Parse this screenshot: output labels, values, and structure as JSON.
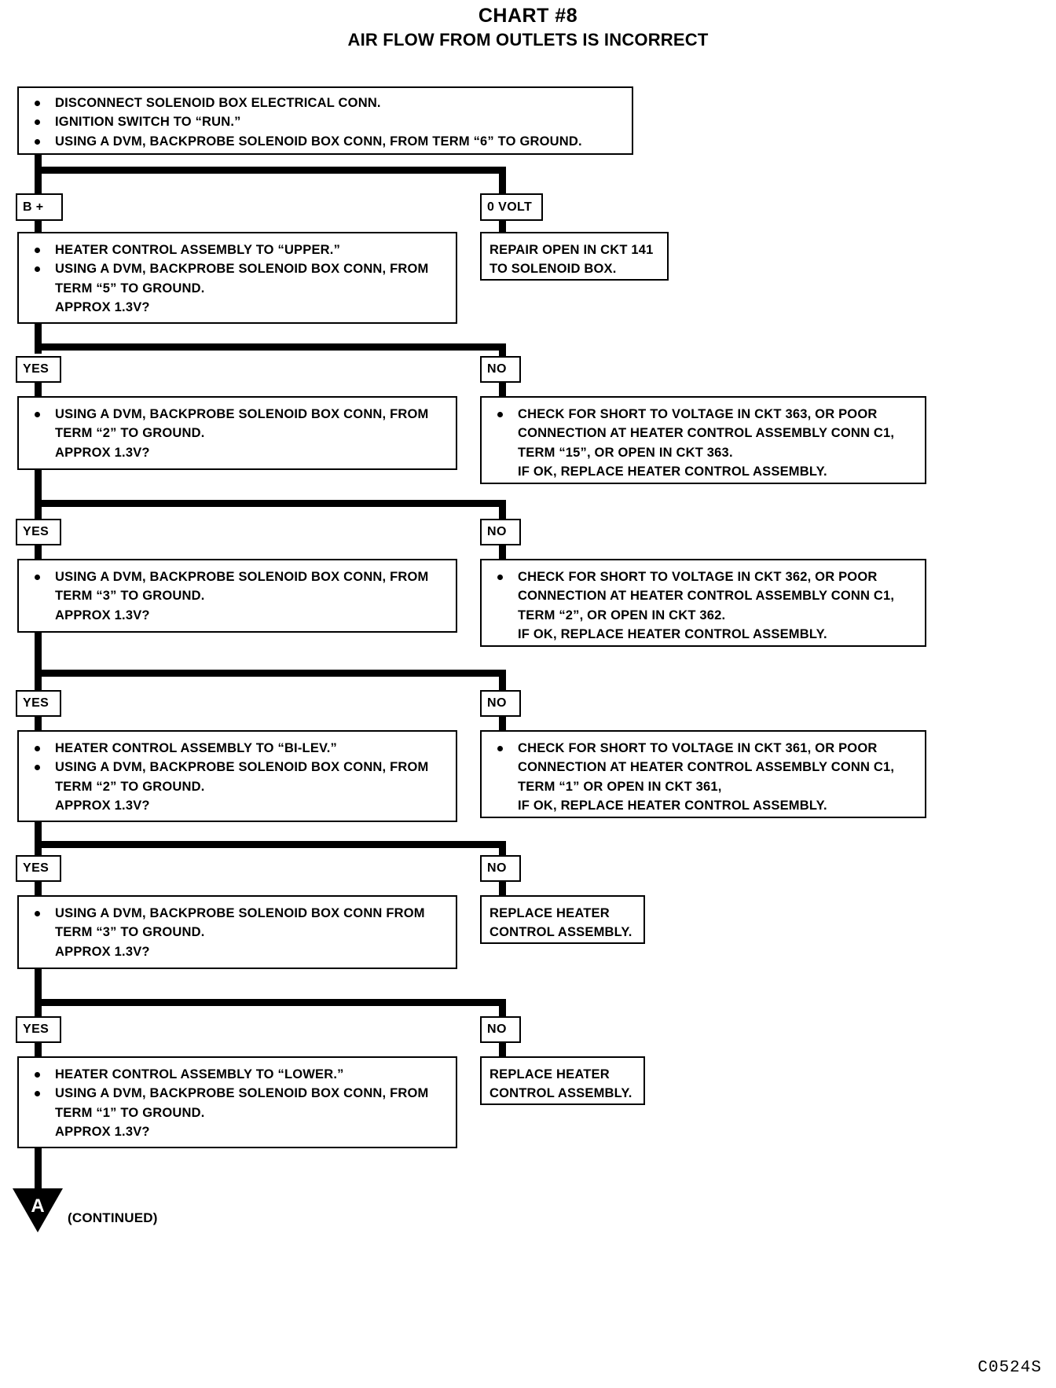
{
  "title": {
    "main": "CHART #8",
    "sub": "AIR FLOW FROM OUTLETS IS INCORRECT"
  },
  "footer": {
    "code": "C0524S"
  },
  "continued": {
    "connector_label": "A",
    "text": "(CONTINUED)"
  },
  "tags": {
    "b_plus": "B +",
    "zero_volt": "0 VOLT",
    "yes": "YES",
    "no": "NO"
  },
  "steps": [
    {
      "id": "step-1",
      "lines": [
        "DISCONNECT SOLENOID BOX ELECTRICAL CONN.",
        "IGNITION SWITCH TO “RUN.”",
        "USING A DVM, BACKPROBE SOLENOID BOX CONN, FROM TERM “6” TO GROUND."
      ]
    },
    {
      "id": "step-2",
      "line1": "HEATER CONTROL ASSEMBLY TO “UPPER.”",
      "line2": "USING A DVM, BACKPROBE SOLENOID BOX CONN, FROM",
      "line3": "TERM “5” TO GROUND.",
      "line4": "APPROX 1.3V?"
    },
    {
      "id": "step-3",
      "line1": "USING A DVM, BACKPROBE SOLENOID BOX CONN, FROM",
      "line2": "TERM “2” TO GROUND.",
      "line3": "APPROX 1.3V?"
    },
    {
      "id": "step-4",
      "line1": "USING A DVM, BACKPROBE SOLENOID BOX CONN, FROM",
      "line2": "TERM “3” TO GROUND.",
      "line3": "APPROX 1.3V?"
    },
    {
      "id": "step-5",
      "line1": "HEATER CONTROL ASSEMBLY TO “BI-LEV.”",
      "line2": "USING A DVM, BACKPROBE SOLENOID BOX CONN, FROM",
      "line3": "TERM “2” TO GROUND.",
      "line4": "APPROX 1.3V?"
    },
    {
      "id": "step-6",
      "line1": "USING A DVM, BACKPROBE SOLENOID BOX CONN FROM",
      "line2": "TERM “3” TO GROUND.",
      "line3": "APPROX 1.3V?"
    },
    {
      "id": "step-7",
      "line1": "HEATER CONTROL ASSEMBLY TO “LOWER.”",
      "line2": "USING A DVM, BACKPROBE SOLENOID BOX CONN, FROM",
      "line3": "TERM “1” TO GROUND.",
      "line4": "APPROX 1.3V?"
    }
  ],
  "results": {
    "repair_open": {
      "line1": "REPAIR OPEN IN CKT 141",
      "line2": "TO SOLENOID BOX."
    },
    "ckt_363": {
      "line1": "CHECK FOR SHORT TO VOLTAGE IN CKT 363, OR POOR",
      "line2": "CONNECTION AT HEATER CONTROL ASSEMBLY CONN C1,",
      "line3": "TERM “15”, OR OPEN IN CKT 363.",
      "line4": "IF OK, REPLACE HEATER CONTROL ASSEMBLY."
    },
    "ckt_362": {
      "line1": "CHECK FOR SHORT TO VOLTAGE IN CKT 362, OR POOR",
      "line2": "CONNECTION AT HEATER CONTROL ASSEMBLY CONN C1,",
      "line3": "TERM “2”, OR OPEN IN CKT 362.",
      "line4": "IF OK, REPLACE HEATER CONTROL ASSEMBLY."
    },
    "ckt_361": {
      "line1": "CHECK FOR SHORT TO VOLTAGE IN CKT 361, OR POOR",
      "line2": "CONNECTION AT HEATER CONTROL ASSEMBLY CONN C1,",
      "line3": "TERM “1” OR OPEN IN CKT 361,",
      "line4": "IF OK, REPLACE HEATER CONTROL ASSEMBLY."
    },
    "replace_1": {
      "line1": "REPLACE HEATER",
      "line2": "CONTROL ASSEMBLY."
    },
    "replace_2": {
      "line1": "REPLACE HEATER",
      "line2": "CONTROL ASSEMBLY."
    }
  }
}
